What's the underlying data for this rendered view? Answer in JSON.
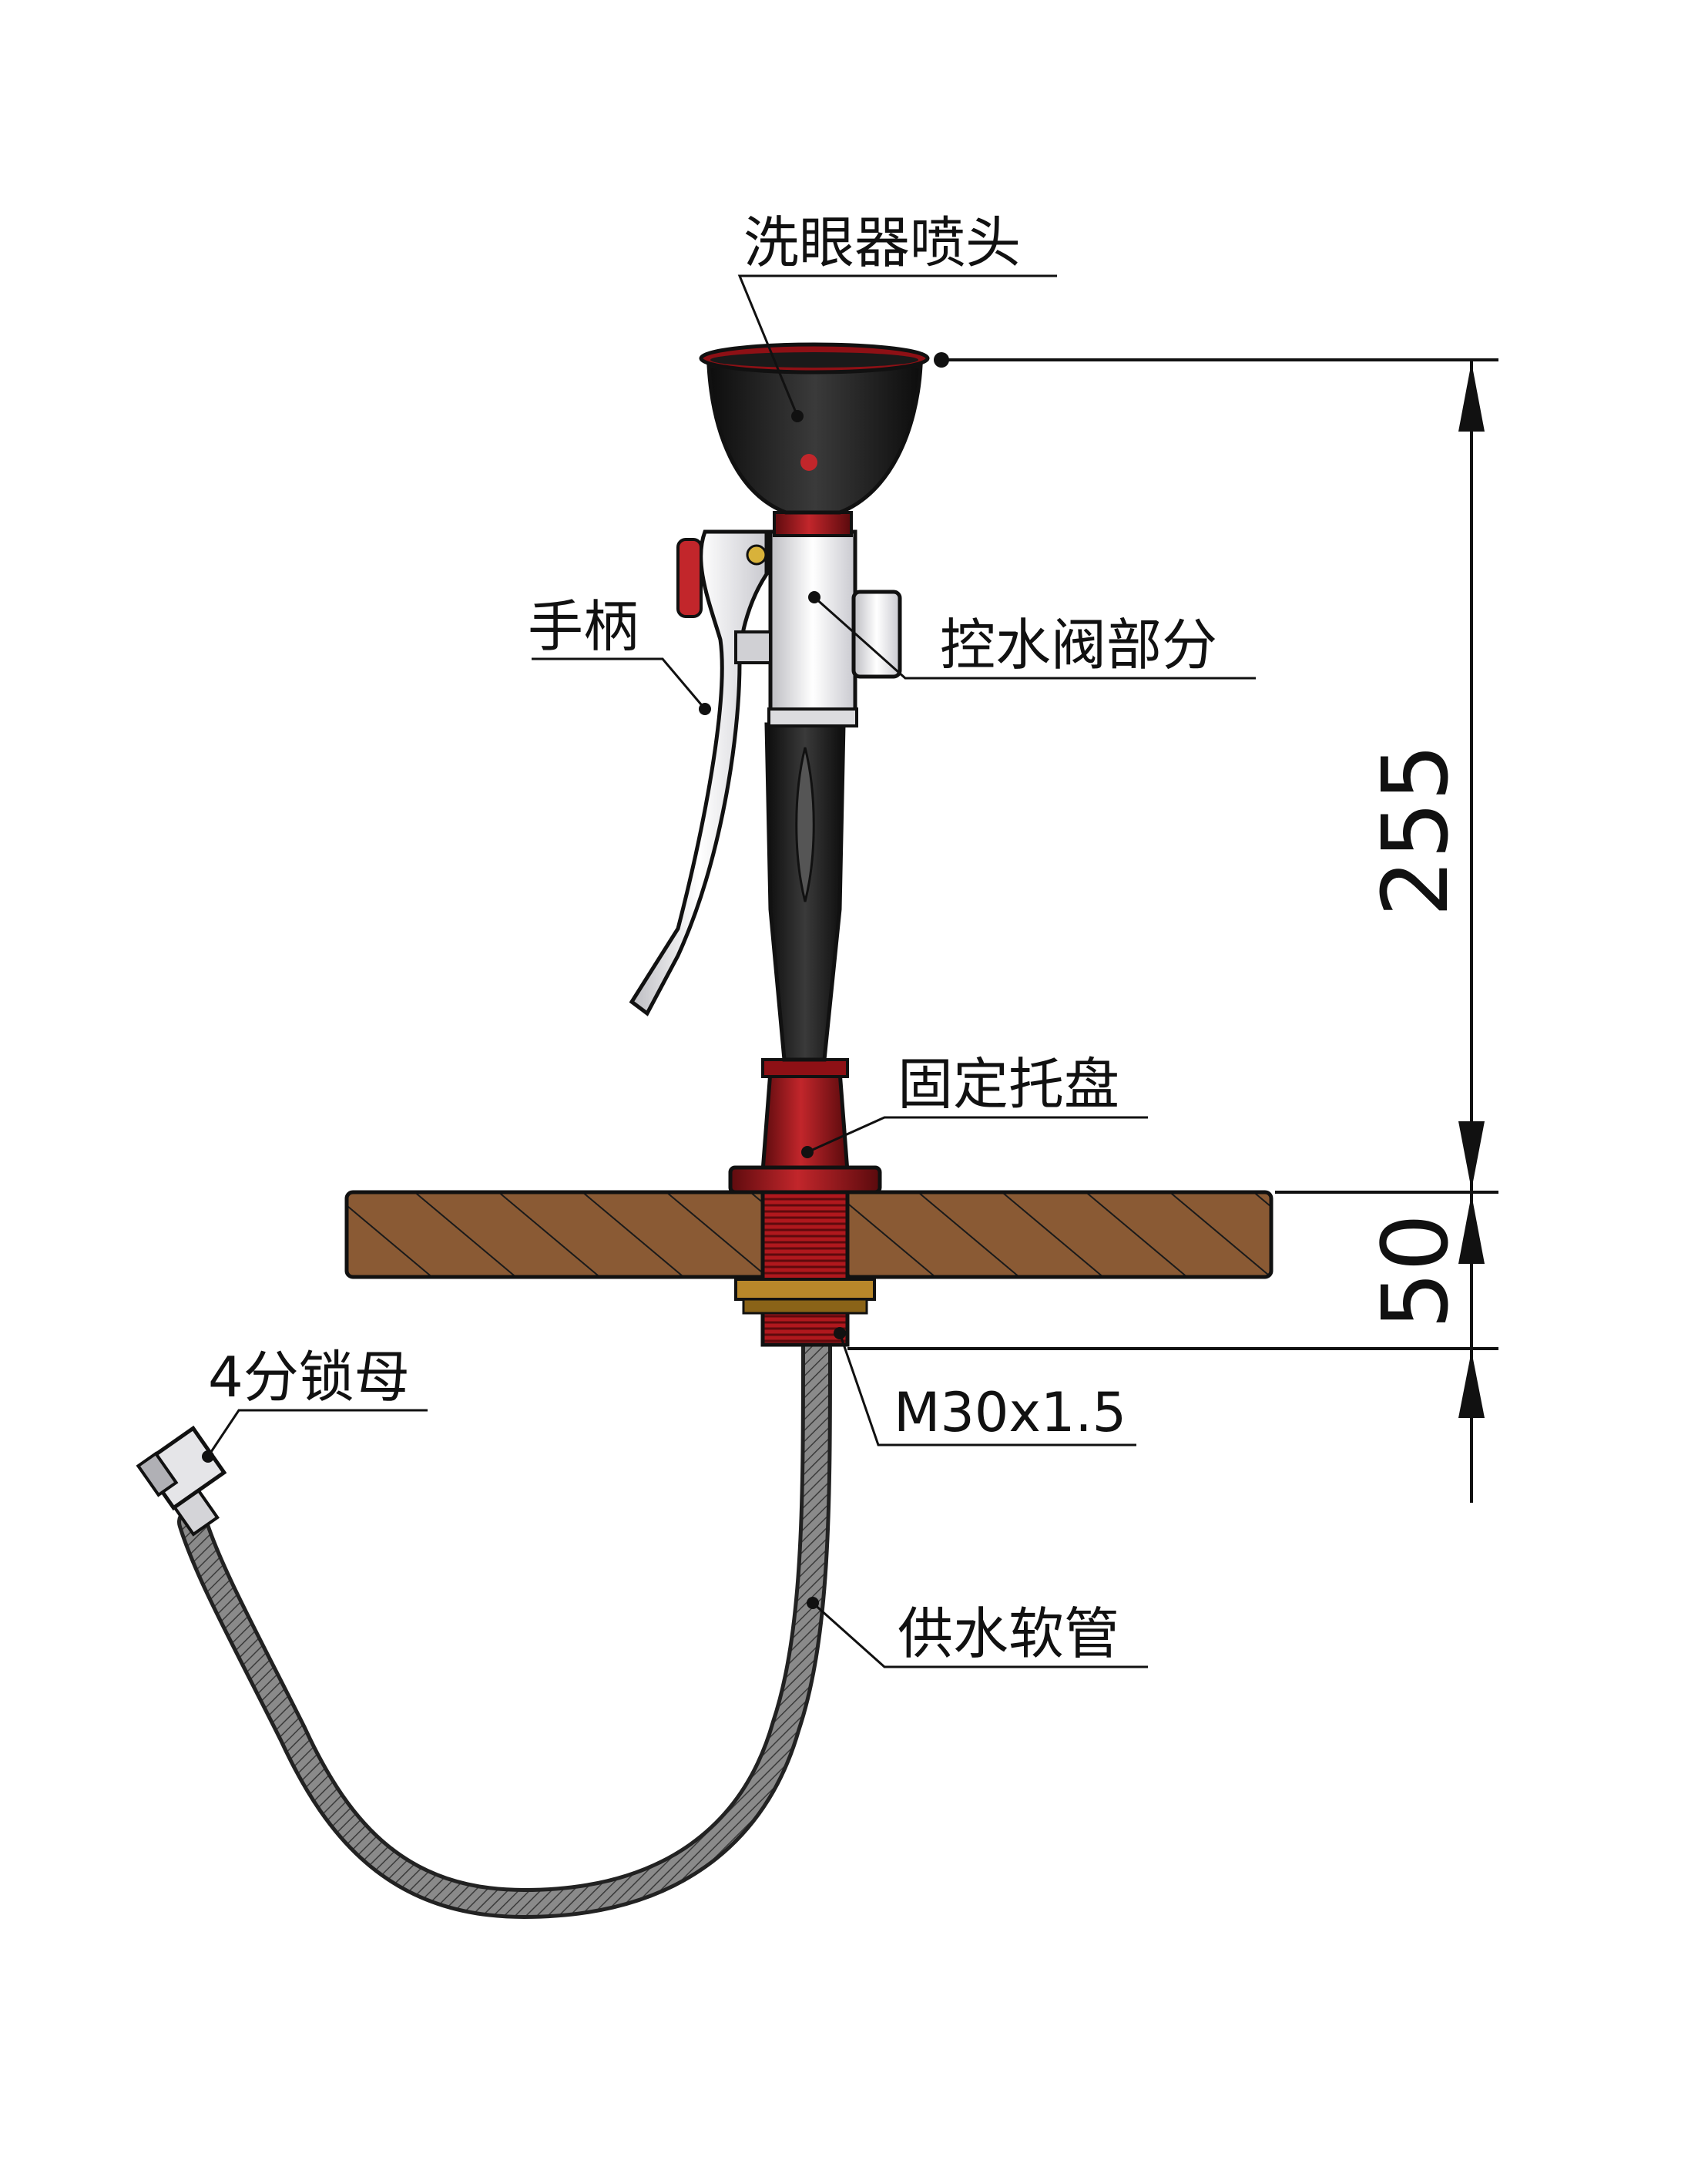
{
  "labels": {
    "nozzle": "洗眼器喷头",
    "handle": "手柄",
    "valve": "控水阀部分",
    "tray": "固定托盘",
    "thread": "M30x1.5",
    "nut": "4分锁母",
    "hose": "供水软管"
  },
  "dimensions": {
    "height": "255",
    "thickness": "50"
  },
  "colors": {
    "wood": "#8a5a34",
    "red": "#a8141a",
    "black": "#1c1c1c",
    "chrome": "#e8e8ea",
    "hose": "#777777",
    "brass": "#b8872a"
  }
}
